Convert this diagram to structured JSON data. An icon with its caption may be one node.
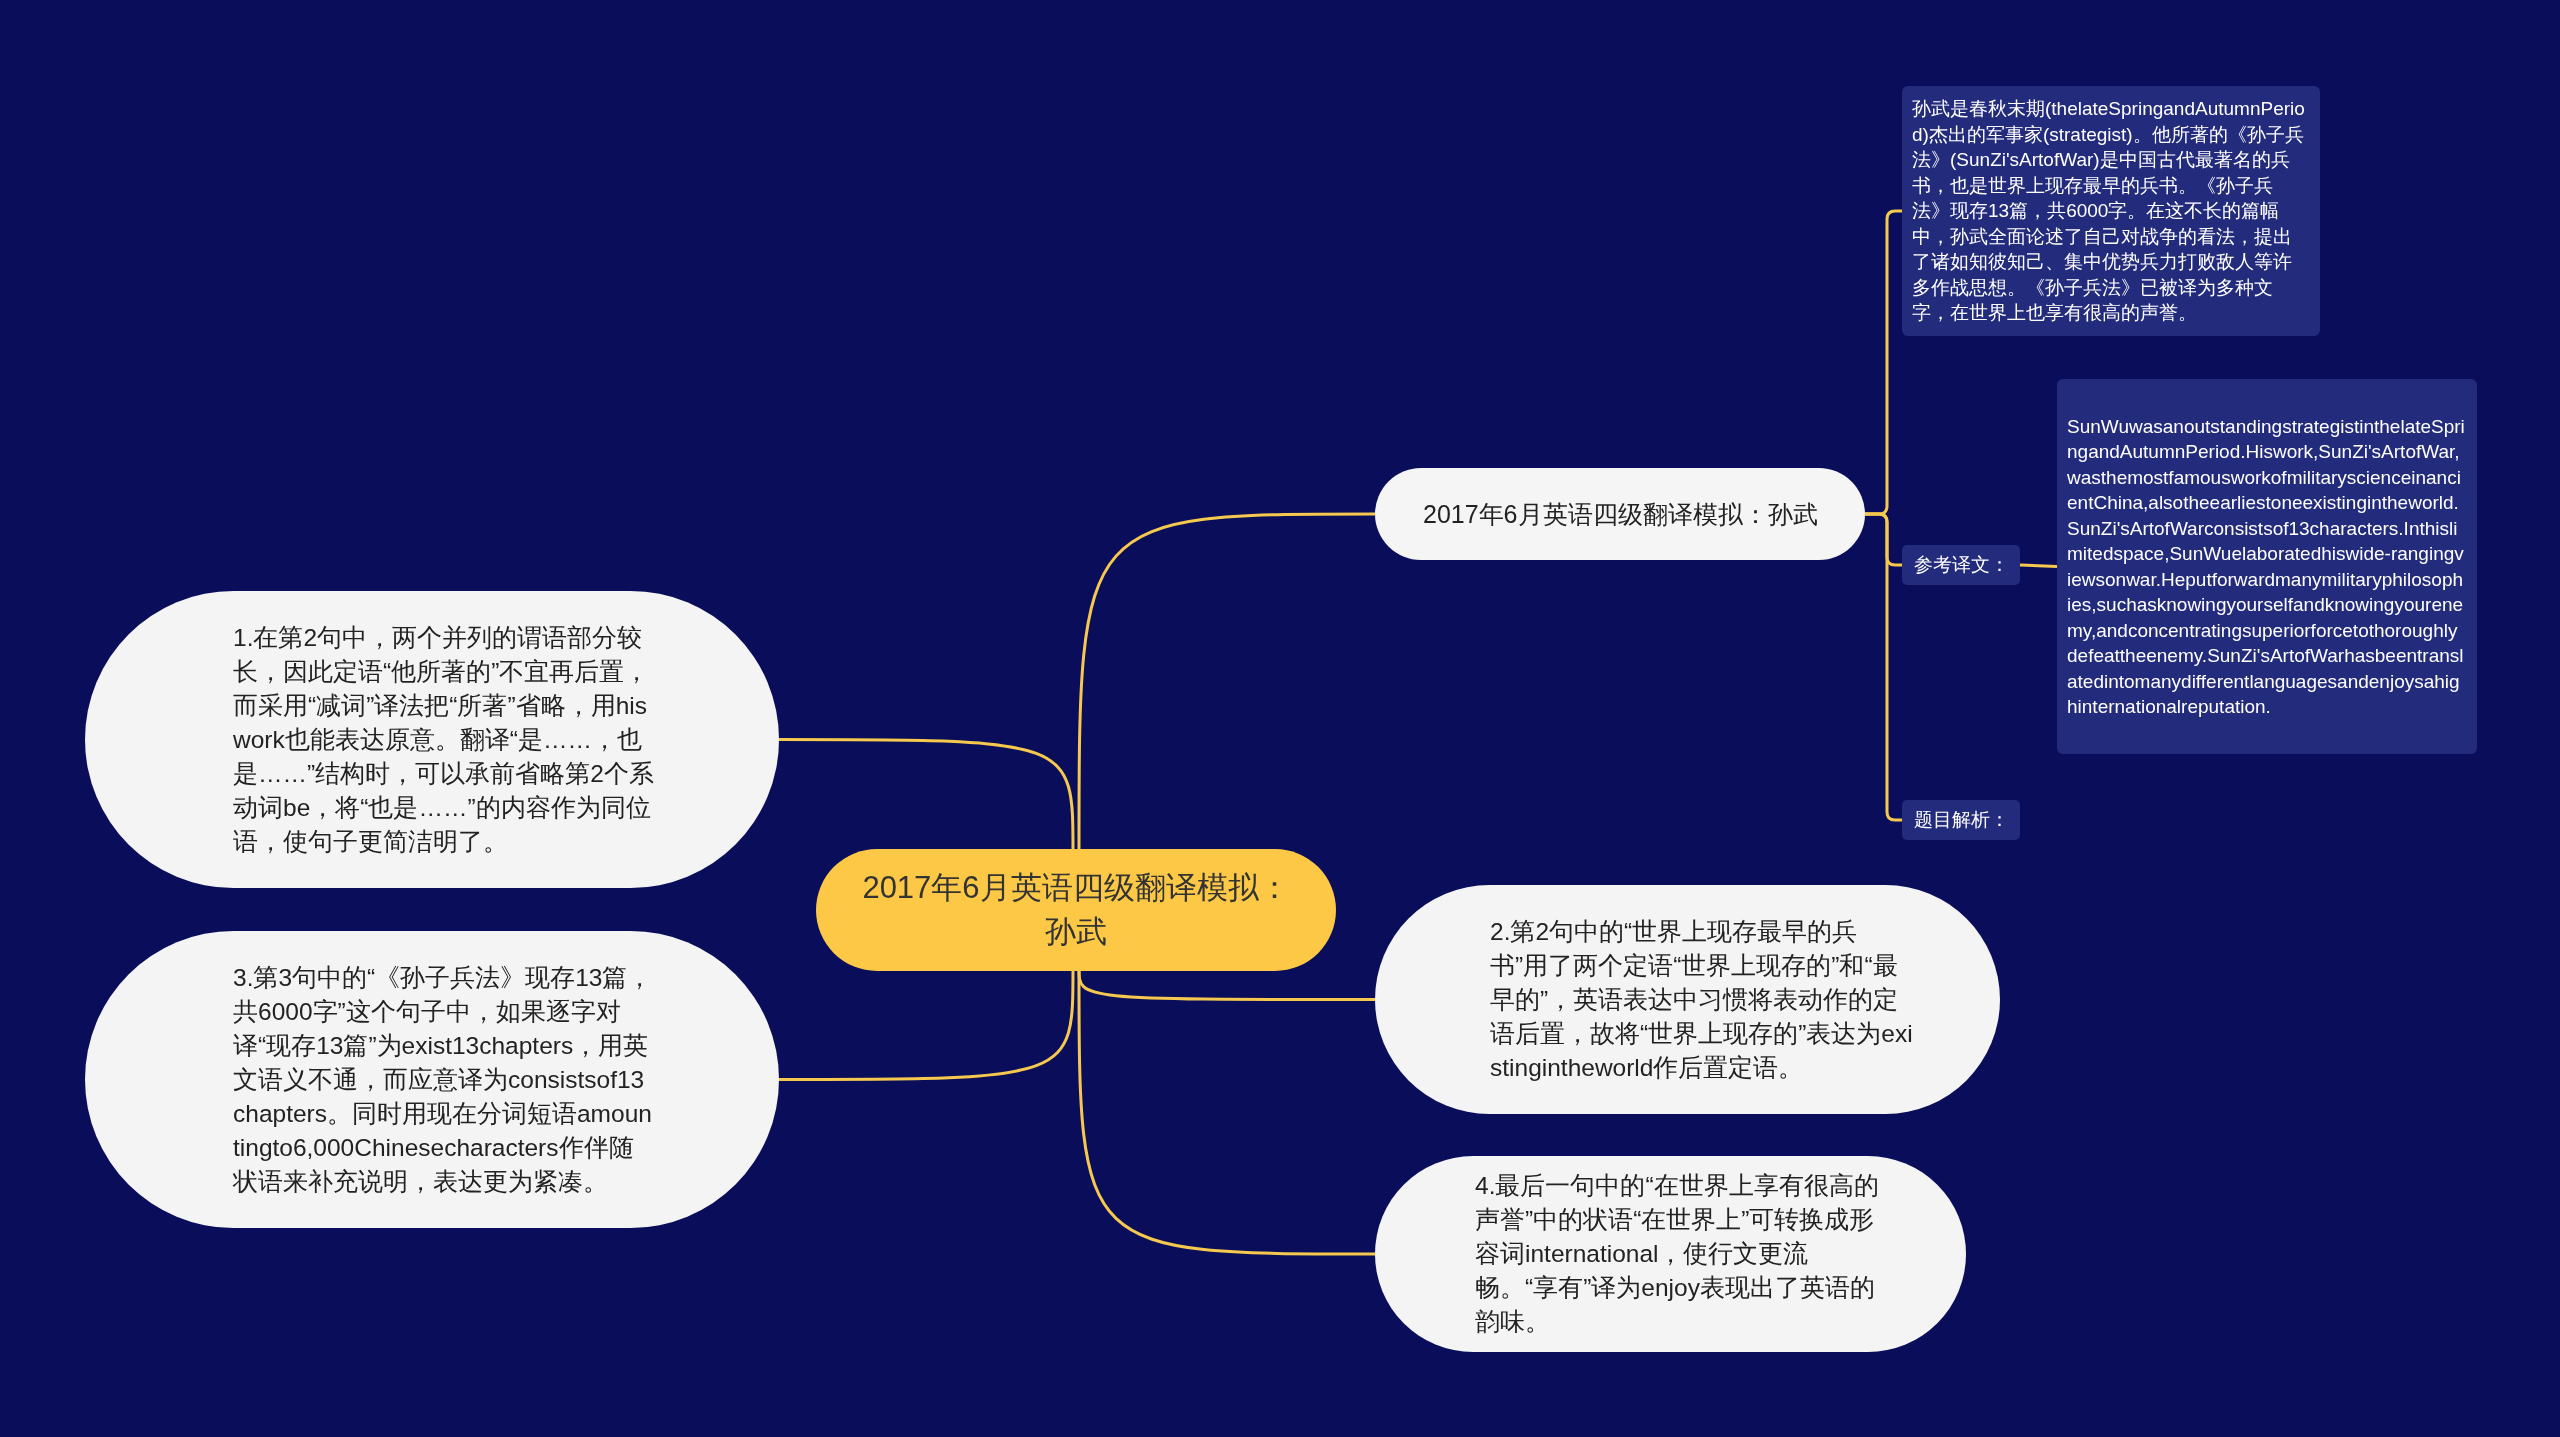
{
  "diagram": {
    "nodes": [
      {
        "text": [
          "2017年6月英语四级翻译模拟：孙武"
        ]
      },
      {
        "text": [
          "2017年6月英语四级翻译模拟：孙武"
        ]
      },
      {
        "text": [
          "孙武是春秋末期(thelateSpringandAutumnPeriod)杰出的军事家(strategist)。他所著的《孙子兵法》(SunZi'sArtofWar)是中国古代最著名的兵书，也是世界上现存最早的兵书。《孙子兵法》现存13篇，共6000字。在这不长的篇幅中，孙武全面论述了自己对战争的看法，提出了诸如知彼知己、集中优势兵力打败敌人等许多作战思想。《孙子兵法》已被译为多种文字，在世界上也享有很高的声誉。"
        ]
      },
      {
        "text": [
          "参考译文："
        ]
      },
      {
        "text": [
          "SunWuwasanoutstandingstrategistinthelateSpringandAutumnPeriod.Hiswork,SunZi'sArtofWar,wasthemostfamousworkofmilitaryscienceinancientChina,alsotheearliestoneexistingintheworld.SunZi'sArtofWarconsistsof13characters.Inthislimitedspace,SunWuelaboratedhiswide-rangingviewsonwar.Heputforwardmanymilitaryphilosophies,suchasknowingyourselfandknowingyourenemy,andconcentratingsuperiorforcetothoroughlydefeattheenemy.SunZi'sArtofWarhasbeentranslatedintomanydifferentlanguagesandenjoysahighinternationalreputation."
        ]
      },
      {
        "text": [
          "题目解析："
        ]
      },
      {
        "text": [
          "1.在第2句中，两个并列的谓语部分较长，因此定语“他所著的”不宜再后置，而采用“减词”译法把“所著”省略，用hiswork也能表达原意。翻译“是……，也是……”结构时，可以承前省略第2个系动词be，将“也是……”的内容作为同位语，使句子更简洁明了。"
        ]
      },
      {
        "text": [
          "2.第2句中的“世界上现存最早的兵书”用了两个定语“世界上现存的”和“最早的”，英语表达中习惯将表动作的定语后置，故将“世界上现存的”表达为existingintheworld作后置定语。"
        ]
      },
      {
        "text": [
          "3.第3句中的“《孙子兵法》现存13篇，共6000字”这个句子中，如果逐字对译“现存13篇”为exist13chapters，用英文语义不通，而应意译为consistsof13chapters。同时用现在分词短语amountingto6,000Chinesecharacters作伴随状语来补充说明，表达更为紧凑。"
        ]
      },
      {
        "text": [
          "4.最后一句中的“在世界上享有很高的声誉”中的状语“在世界上”可转换成形容词international，使行文更流畅。“享有”译为enjoy表现出了英语的韵味。"
        ]
      }
    ],
    "edges": [
      {
        "from": 0,
        "to": 1,
        "arrow": "none"
      },
      {
        "from": 1,
        "to": 2,
        "arrow": "none"
      },
      {
        "from": 1,
        "to": 3,
        "arrow": "none"
      },
      {
        "from": 3,
        "to": 4,
        "arrow": "none"
      },
      {
        "from": 1,
        "to": 5,
        "arrow": "none"
      },
      {
        "from": 0,
        "to": 6,
        "arrow": "none"
      },
      {
        "from": 0,
        "to": 7,
        "arrow": "none"
      },
      {
        "from": 0,
        "to": 8,
        "arrow": "none"
      },
      {
        "from": 0,
        "to": 9,
        "arrow": "none"
      }
    ]
  }
}
